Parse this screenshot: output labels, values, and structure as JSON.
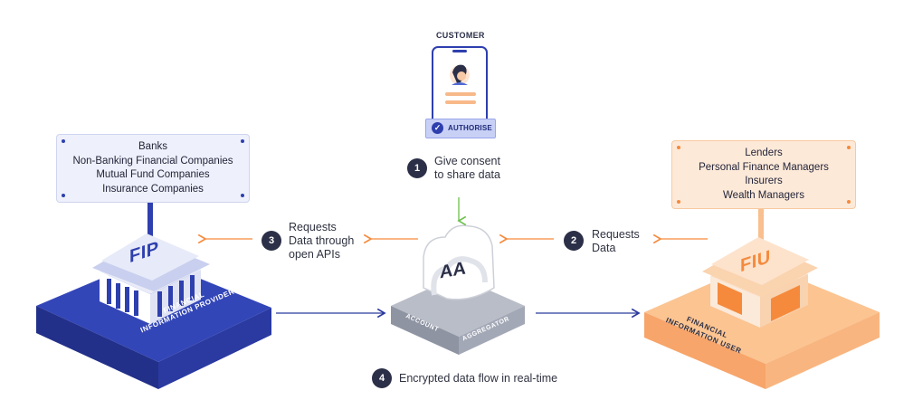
{
  "customer": {
    "title": "CUSTOMER",
    "button": "AUTHORISE"
  },
  "steps": [
    {
      "number": "1",
      "lines": [
        "Give consent",
        "to share data"
      ]
    },
    {
      "number": "2",
      "lines": [
        "Requests",
        "Data"
      ]
    },
    {
      "number": "3",
      "lines": [
        "Requests",
        "Data through",
        "open APIs"
      ]
    },
    {
      "number": "4",
      "lines": [
        "Encrypted data flow in real-time"
      ]
    }
  ],
  "fip": {
    "badge": "FIP",
    "caption": [
      "FINANCIAL",
      "INFORMATION PROVIDER"
    ],
    "list": [
      "Banks",
      "Non-Banking Financial Companies",
      "Mutual Fund Companies",
      "Insurance Companies"
    ]
  },
  "aa": {
    "badge": "AA",
    "caption_left": "ACCOUNT",
    "caption_right": "AGGREGATOR"
  },
  "fiu": {
    "badge": "FIU",
    "caption": [
      "FINANCIAL",
      "INFORMATION USER"
    ],
    "list": [
      "Lenders",
      "Personal Finance Managers",
      "Insurers",
      "Wealth Managers"
    ]
  },
  "colors": {
    "blue": "#2e3fae",
    "blue_light": "#eef0fb",
    "orange": "#f58a3c",
    "orange_light": "#fde9d8",
    "grey": "#b8bcc6",
    "green": "#6cc04a",
    "navy": "#2b2f47"
  }
}
